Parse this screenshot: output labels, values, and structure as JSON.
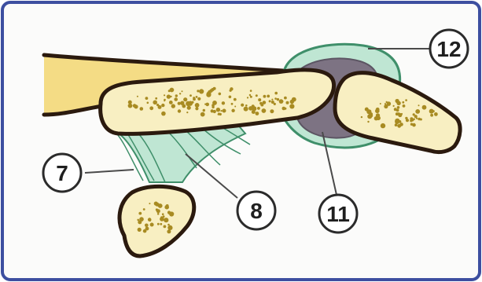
{
  "figure": {
    "colors": {
      "frame": "#3d4fa0",
      "background": "#fbfbfa",
      "bone_fill": "#f8efc2",
      "bone_outline": "#2b1a0e",
      "marrow_dots": "#a88b22",
      "ligament": "#bfe6d3",
      "ligament_stroke": "#3f8f6a",
      "capsule": "#7fc7a8",
      "cavity": "#7d7383",
      "tendon": "#f4dc85"
    },
    "callouts": [
      {
        "id": "c7",
        "label": "7"
      },
      {
        "id": "c8",
        "label": "8"
      },
      {
        "id": "c11",
        "label": "11"
      },
      {
        "id": "c12",
        "label": "12"
      }
    ]
  }
}
